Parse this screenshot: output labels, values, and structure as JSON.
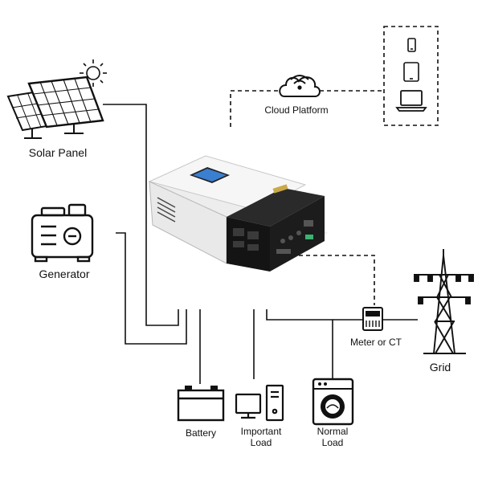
{
  "labels": {
    "solar_panel": "Solar Panel",
    "generator": "Generator",
    "cloud_platform": "Cloud Platform",
    "meter_or_ct": "Meter or CT",
    "grid": "Grid",
    "battery": "Battery",
    "important_load_line1": "Important",
    "important_load_line2": "Load",
    "normal_load_line1": "Normal",
    "normal_load_line2": "Load"
  },
  "icons": [
    "sun-icon",
    "solar-panel-icon",
    "generator-icon",
    "cloud-wifi-icon",
    "phone-icon",
    "tablet-icon",
    "laptop-icon",
    "inverter-icon",
    "battery-icon",
    "computer-icon",
    "washing-machine-icon",
    "meter-icon",
    "transmission-tower-icon"
  ],
  "colors": {
    "line": "#111111",
    "inverter_body": "#f2f2f2",
    "inverter_front": "#1c1c1c",
    "screen": "#3a7fd0"
  }
}
